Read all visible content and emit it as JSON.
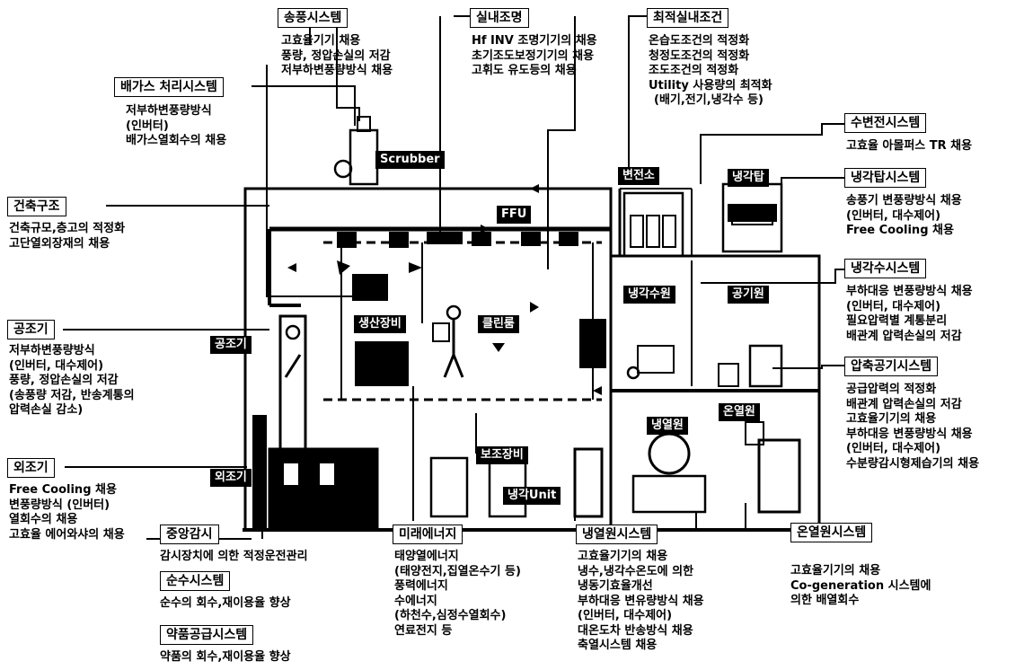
{
  "labels": {
    "songpung": "송풍시스템",
    "silnae": "실내조명",
    "choejeok": "최적실내조건",
    "baegas": "배가스 처리시스템",
    "geonchuk": "건축구조",
    "gongjogi": "공조기",
    "oejogi": "외조기",
    "jungang": "중앙감시",
    "sunsu": "순수시스템",
    "yakpum": "약품공급시스템",
    "mirae": "미래에너지",
    "naengyeol": "냉열원시스템",
    "onyeol": "온열원시스템",
    "subyeon": "수변전시스템",
    "naenggaktap": "냉각탑시스템",
    "naenggaksu": "냉각수시스템",
    "apchuk": "압축공기시스템"
  },
  "descs": {
    "songpung": [
      "고효율기기 채용",
      "풍량, 정압손실의 저감",
      "저부하변풍량방식 채용"
    ],
    "silnae": [
      "Hf INV 조명기기의 채용",
      "초기조도보정기기의 채용",
      "고휘도 유도등의 채용"
    ],
    "choejeok": [
      "온습도조건의 적정화",
      "청정도조건의 적정화",
      "조도조건의 적정화",
      "Utility 사용량의 최적화",
      "(배기,전기,냉각수 등)"
    ],
    "baegas": [
      "저부하변풍량방식",
      "(인버터)",
      "배가스열회수의 채용"
    ],
    "geonchuk": [
      "건축규모,층고의 적정화",
      "고단열외장재의 채용"
    ],
    "gongjogi": [
      "저부하변풍량방식",
      "(인버터, 대수제어)",
      "풍량, 정압손실의 저감",
      "(송풍량 저감, 반송계통의",
      "압력손실 감소)"
    ],
    "oejogi": [
      "Free Cooling 채용",
      "변풍량방식 (인버터)",
      "열회수의 채용",
      "고효율 에어와샤의 채용"
    ],
    "jungang": [
      "감시장치에 의한 적정운전관리"
    ],
    "sunsu": [
      "순수의 회수,재이용율 향상"
    ],
    "yakpum": [
      "약품의 회수,재이용율 향상"
    ],
    "mirae": [
      "태양열에너지",
      "(태양전지,집열온수기 등)",
      "풍력에너지",
      "수에너지",
      "(하천수,심정수열회수)",
      "연료전지 등"
    ],
    "naengyeol": [
      "고효율기기의 채용",
      "냉수,냉각수온도에 의한",
      "냉동기효율개선",
      "부하대응 변유량방식 채용",
      "(인버터, 대수제어)",
      "대온도차 반송방식 채용",
      "축열시스템 채용"
    ],
    "onyeol": [
      "고효율기기의 채용",
      "Co-generation 시스템에",
      "의한 배열회수"
    ],
    "subyeon": [
      "고효율 아몰퍼스 TR 채용"
    ],
    "naenggaktap": [
      "송풍기 변풍량방식 채용",
      "(인버터, 대수제어)",
      "Free Cooling 채용"
    ],
    "naenggaksu": [
      "부하대응 변풍량방식 채용",
      "(인버터, 대수제어)",
      "필요압력별 계통분리",
      "배관계 압력손실의 저감"
    ],
    "apchuk": [
      "공급압력의 적정화",
      "배관계 압력손실의 저감",
      "고효율기기의 채용",
      "부하대응 변풍량방식 채용",
      "(인버터, 대수제어)",
      "수분량감시형제습기의 채용"
    ]
  },
  "rooms": {
    "scrubber": "Scrubber",
    "ffu": "FFU",
    "byeonjeonso": "변전소",
    "naenggaktap": "냉각탑",
    "naenggaksuwon": "냉각수원",
    "gonggiwon": "공기원",
    "saengsan": "생산장비",
    "cleanroom": "클린룸",
    "gongjogi": "공조기",
    "naengyeolwon": "냉열원",
    "onyeolwon": "온열원",
    "bojo": "보조장비",
    "oejogi": "외조기",
    "naenggakunit": "냉각Unit"
  }
}
